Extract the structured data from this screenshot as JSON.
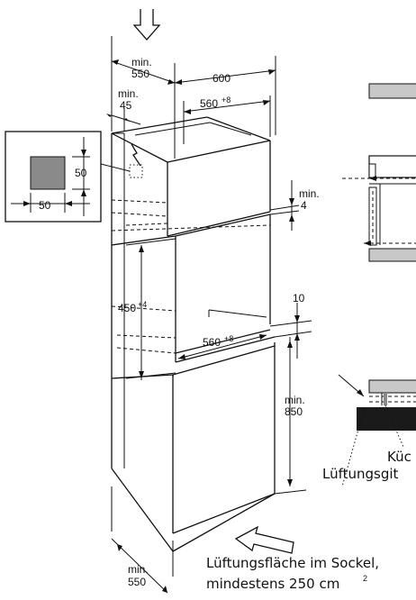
{
  "labels": {
    "min550_top_min": "min.",
    "min550_top_val": "550",
    "width600": "600",
    "min45_min": "min.",
    "min45_val": "45",
    "niche560_top": "560",
    "niche560_top_sup": "+8",
    "inset50_right": "50",
    "inset50_bottom": "50",
    "min4_min": "min.",
    "min4_val": "4",
    "h450": "450",
    "h450_sup": "+4",
    "gap10": "10",
    "niche560_bottom": "560",
    "niche560_bottom_sup": "+8",
    "min850_min": "min.",
    "min850_val": "850",
    "min550_bottom_min": "min.",
    "min550_bottom_val": "550",
    "kueche": "Küc",
    "lueftungsgitter": "Lüftungsgit",
    "sockel_line1": "Lüftungsfläche im Sockel,",
    "sockel_line2": "mindestens 250 cm",
    "sockel_line2_sup": "2"
  },
  "colors": {
    "ink": "#111111",
    "cutout_fill": "#8a8a8a",
    "panel_fill": "#c8c8c8",
    "dark_panel": "#1a1a1a"
  }
}
